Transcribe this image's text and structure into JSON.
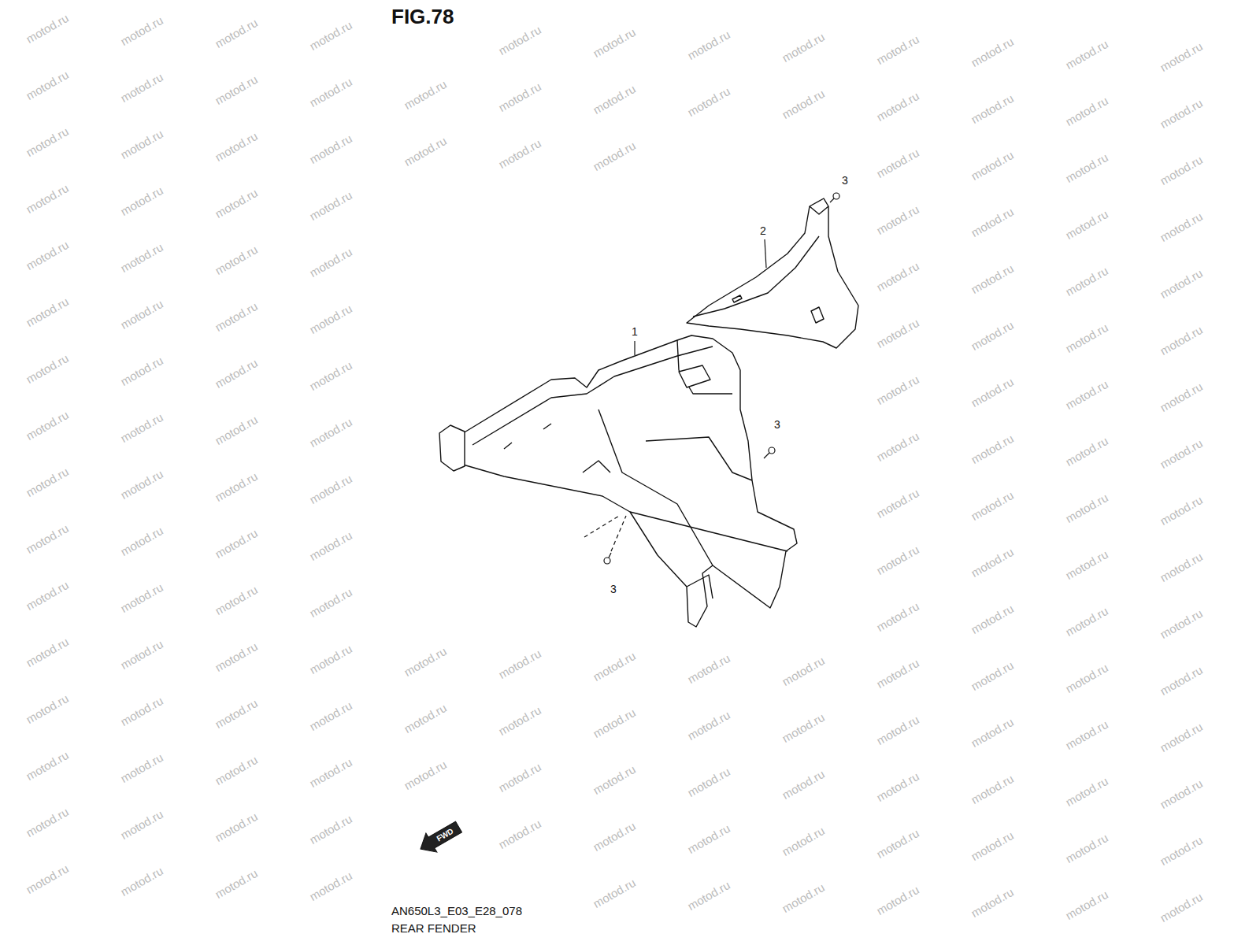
{
  "diagram": {
    "title": "FIG.78",
    "caption": "AN650L3_E03_E28_078 REAR FENDER",
    "labels": [
      "3",
      "2",
      "1",
      "3",
      "3",
      "FWD",
      "motod.ru",
      "motod.ru",
      "motod.ru",
      "motod.ru",
      "motod.ru",
      "motod.ru",
      "motod.ru",
      "motod.ru",
      "motod.ru",
      "motod.ru",
      "motod.ru",
      "motod.ru",
      "motod.ru",
      "motod.ru",
      "motod.ru",
      "motod.ru",
      "motod.ru",
      "motod.ru",
      "motod.ru",
      "motod.ru",
      "motod.ru",
      "motod.ru",
      "motod.ru",
      "motod.ru",
      "motod.ru",
      "motod.ru",
      "motod.ru",
      "motod.ru",
      "motod.ru",
      "motod.ru",
      "motod.ru",
      "motod.ru",
      "motod.ru",
      "motod.ru",
      "motod.ru",
      "motod.ru",
      "motod.ru",
      "motod.ru",
      "motod.ru",
      "motod.ru",
      "motod.ru",
      "motod.ru",
      "motod.ru",
      "motod.ru",
      "motod.ru",
      "motod.ru",
      "motod.ru",
      "motod.ru",
      "motod.ru",
      "motod.ru",
      "motod.ru",
      "motod.ru",
      "motod.ru",
      "motod.ru",
      "motod.ru",
      "motod.ru",
      "motod.ru",
      "motod.ru",
      "motod.ru",
      "motod.ru",
      "motod.ru",
      "motod.ru",
      "motod.ru",
      "motod.ru",
      "motod.ru",
      "motod.ru",
      "motod.ru",
      "motod.ru",
      "motod.ru",
      "motod.ru",
      "motod.ru",
      "motod.ru",
      "motod.ru",
      "motod.ru",
      "motod.ru",
      "motod.ru",
      "motod.ru",
      "motod.ru",
      "motod.ru",
      "motod.ru",
      "motod.ru",
      "motod.ru",
      "motod.ru",
      "motod.ru",
      "motod.ru",
      "motod.ru",
      "motod.ru",
      "motod.ru",
      "motod.ru",
      "motod.ru",
      "motod.ru",
      "motod.ru",
      "motod.ru",
      "motod.ru",
      "motod.ru",
      "motod.ru",
      "motod.ru",
      "motod.ru",
      "motod.ru",
      "motod.ru",
      "motod.ru",
      "motod.ru",
      "motod.ru",
      "motod.ru",
      "motod.ru",
      "motod.ru",
      "motod.ru",
      "motod.ru",
      "motod.ru",
      "motod.ru",
      "motod.ru",
      "motod.ru",
      "motod.ru",
      "motod.ru",
      "motod.ru",
      "motod.ru",
      "motod.ru",
      "motod.ru",
      "motod.ru",
      "motod.ru",
      "motod.ru",
      "motod.ru",
      "motod.ru",
      "motod.ru",
      "motod.ru",
      "motod.ru",
      "motod.ru",
      "motod.ru",
      "motod.ru",
      "motod.ru",
      "motod.ru",
      "motod.ru",
      "motod.ru",
      "motod.ru",
      "motod.ru",
      "motod.ru",
      "motod.ru",
      "motod.ru",
      "motod.ru",
      "motod.ru",
      "motod.ru",
      "motod.ru",
      "motod.ru",
      "motod.ru",
      "motod.ru",
      "motod.ru",
      "motod.ru",
      "motod.ru",
      "motod.ru",
      "motod.ru",
      "motod.ru",
      "motod.ru",
      "motod.ru",
      "motod.ru",
      "motod.ru",
      "motod.ru",
      "motod.ru",
      "motod.ru",
      "motod.ru",
      "motod.ru",
      "motod.ru",
      "motod.ru"
    ]
  }
}
